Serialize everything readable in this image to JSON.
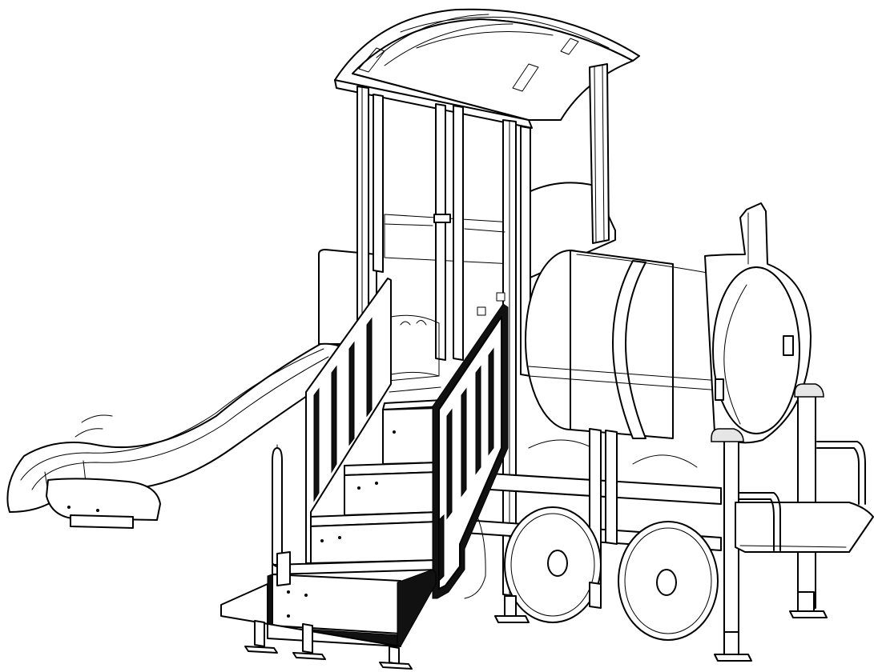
{
  "drawing": {
    "subject": "",
    "colors": {
      "line": "#000000",
      "fill": "#ffffff",
      "panel": "#111111",
      "cap": "#e6e6e6"
    },
    "stair_slots": {
      "left_panel": 4,
      "right_panel": 5
    },
    "steps": 4,
    "wheels": 2,
    "posts": 6
  }
}
